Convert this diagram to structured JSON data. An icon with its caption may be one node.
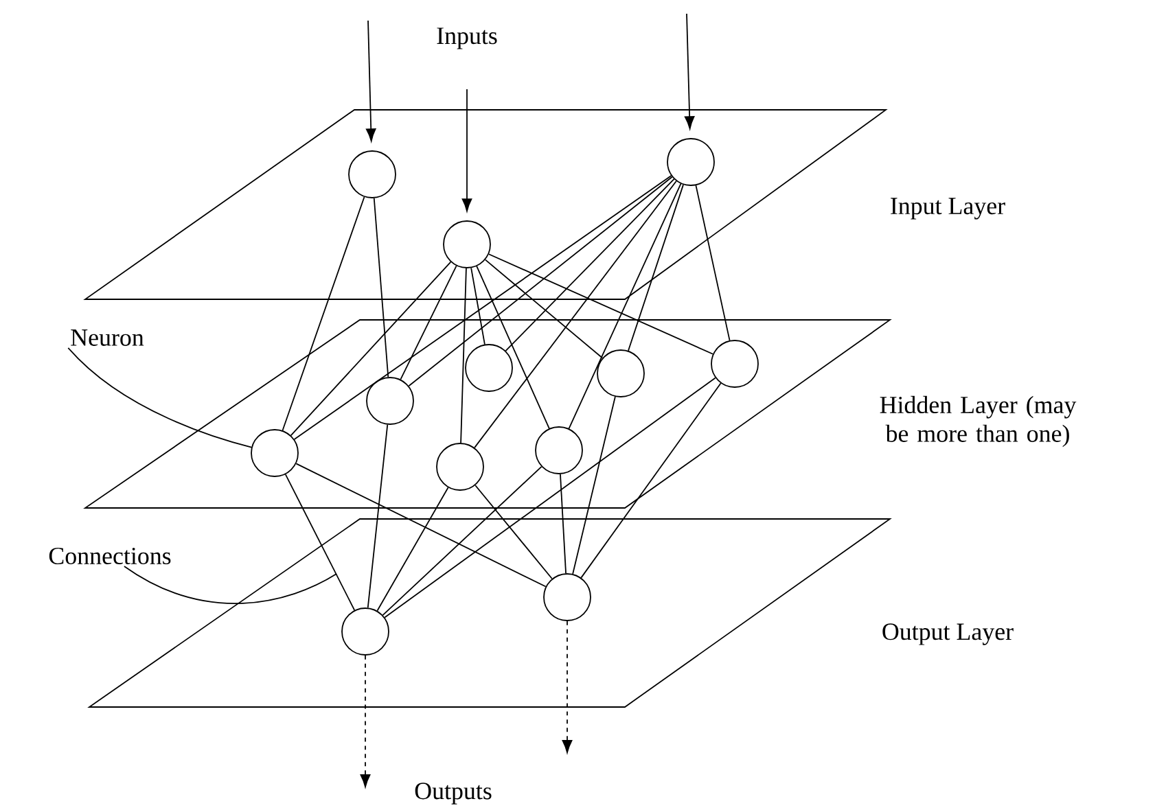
{
  "diagram": {
    "nodes": [
      {
        "text": [
          "Input Layer"
        ]
      },
      {
        "text": [],
        "shape": "circle",
        "in": 0
      },
      {
        "text": [],
        "shape": "circle",
        "in": 0
      },
      {
        "text": [],
        "shape": "circle",
        "in": 0
      },
      {
        "text": [
          "Hidden Layer (may be more than one)"
        ]
      },
      {
        "text": [],
        "shape": "circle",
        "in": 4
      },
      {
        "text": [],
        "shape": "circle",
        "in": 4
      },
      {
        "text": [],
        "shape": "circle",
        "in": 4
      },
      {
        "text": [],
        "shape": "circle",
        "in": 4
      },
      {
        "text": [],
        "shape": "circle",
        "in": 4
      },
      {
        "text": [],
        "shape": "circle",
        "in": 4
      },
      {
        "text": [],
        "shape": "circle",
        "in": 4
      },
      {
        "text": [
          "Output Layer"
        ]
      },
      {
        "text": [],
        "shape": "circle",
        "in": 12
      },
      {
        "text": [],
        "shape": "circle",
        "in": 12
      },
      {
        "text": [
          "Neuron"
        ]
      },
      {
        "text": [
          "Connections"
        ]
      }
    ],
    "edges": [
      {
        "from": null,
        "to": 1,
        "arrow": "to"
      },
      {
        "from": null,
        "to": 2,
        "arrow": "to"
      },
      {
        "from": null,
        "to": 3,
        "arrow": "to"
      },
      {
        "from": 1,
        "to": 5,
        "arrow": "none"
      },
      {
        "from": 1,
        "to": 6,
        "arrow": "none"
      },
      {
        "from": 2,
        "to": 5,
        "arrow": "none"
      },
      {
        "from": 2,
        "to": 6,
        "arrow": "none"
      },
      {
        "from": 2,
        "to": 7,
        "arrow": "none"
      },
      {
        "from": 2,
        "to": 8,
        "arrow": "none"
      },
      {
        "from": 2,
        "to": 9,
        "arrow": "none"
      },
      {
        "from": 2,
        "to": 10,
        "arrow": "none"
      },
      {
        "from": 2,
        "to": 11,
        "arrow": "none"
      },
      {
        "from": 3,
        "to": 5,
        "arrow": "none"
      },
      {
        "from": 3,
        "to": 6,
        "arrow": "none"
      },
      {
        "from": 3,
        "to": 7,
        "arrow": "none"
      },
      {
        "from": 3,
        "to": 8,
        "arrow": "none"
      },
      {
        "from": 3,
        "to": 9,
        "arrow": "none"
      },
      {
        "from": 3,
        "to": 10,
        "arrow": "none"
      },
      {
        "from": 3,
        "to": 11,
        "arrow": "none"
      },
      {
        "from": 5,
        "to": 13,
        "arrow": "none"
      },
      {
        "from": 6,
        "to": 13,
        "arrow": "none"
      },
      {
        "from": 9,
        "to": 13,
        "arrow": "none"
      },
      {
        "from": 10,
        "to": 13,
        "arrow": "none"
      },
      {
        "from": 11,
        "to": 13,
        "arrow": "none"
      },
      {
        "from": 5,
        "to": 14,
        "arrow": "none"
      },
      {
        "from": 8,
        "to": 14,
        "arrow": "none"
      },
      {
        "from": 9,
        "to": 14,
        "arrow": "none"
      },
      {
        "from": 10,
        "to": 14,
        "arrow": "none"
      },
      {
        "from": 11,
        "to": 14,
        "arrow": "none"
      },
      {
        "from": 13,
        "to": null,
        "arrow": "to",
        "style": "dashed"
      },
      {
        "from": 14,
        "to": null,
        "arrow": "to",
        "style": "dashed"
      },
      {
        "from": 15,
        "to": 5,
        "arrow": "none"
      },
      {
        "from": 16,
        "to": null,
        "arrow": "none"
      }
    ],
    "labels": [
      "Inputs",
      "Outputs"
    ]
  }
}
